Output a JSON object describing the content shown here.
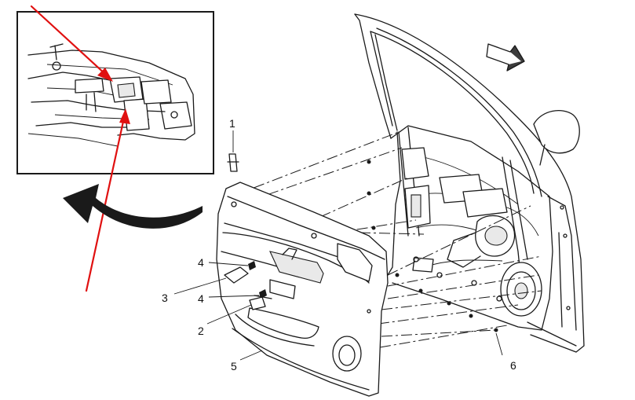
{
  "callouts": {
    "c1": "1",
    "c2": "2",
    "c3": "3",
    "c4a": "4",
    "c4b": "4",
    "c5": "5",
    "c6": "6"
  },
  "colors": {
    "annotation_arrow": "#e01010",
    "line_art": "#1a1a1a",
    "background": "#ffffff"
  },
  "icons": {
    "direction": "forward-arrow-icon",
    "transition": "curved-arrow-icon"
  }
}
